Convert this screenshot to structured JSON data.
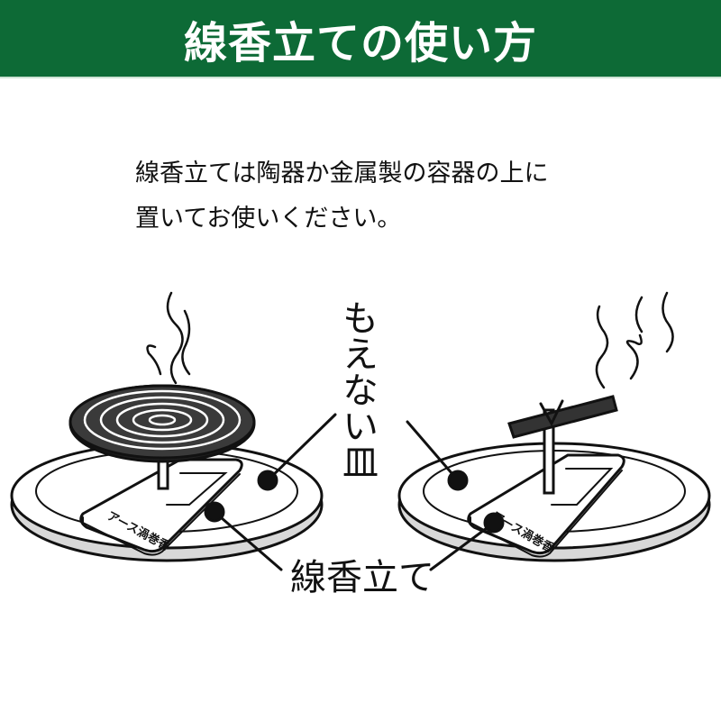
{
  "header": {
    "title": "線香立ての使い方"
  },
  "instructions": {
    "line1": "線香立ては陶器か金属製の容器の上に",
    "line2": "置いてお使いください。"
  },
  "labels": {
    "plate": "もえない皿",
    "stand": "線香立て"
  },
  "stand_brand_text": "アース渦巻香",
  "colors": {
    "header_bg": "#0d6a36",
    "header_text": "#ffffff",
    "ink": "#111111",
    "plate_shadow": "#d8d8d8"
  }
}
